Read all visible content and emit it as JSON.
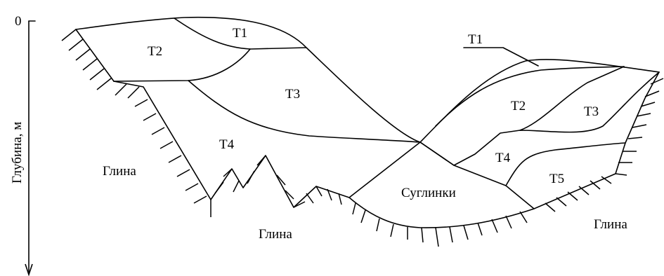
{
  "axis": {
    "zero_label": "0",
    "title": "Глубина, м"
  },
  "labels": {
    "left_t1": "T1",
    "left_t2": "T2",
    "left_t3": "T3",
    "left_t4": "T4",
    "right_t1": "T1",
    "right_t2": "T2",
    "right_t3": "T3",
    "right_t4": "T4",
    "right_t5": "T5",
    "loam": "Суглинки",
    "clay_left": "Глина",
    "clay_bottom": "Глина",
    "clay_right": "Глина"
  }
}
